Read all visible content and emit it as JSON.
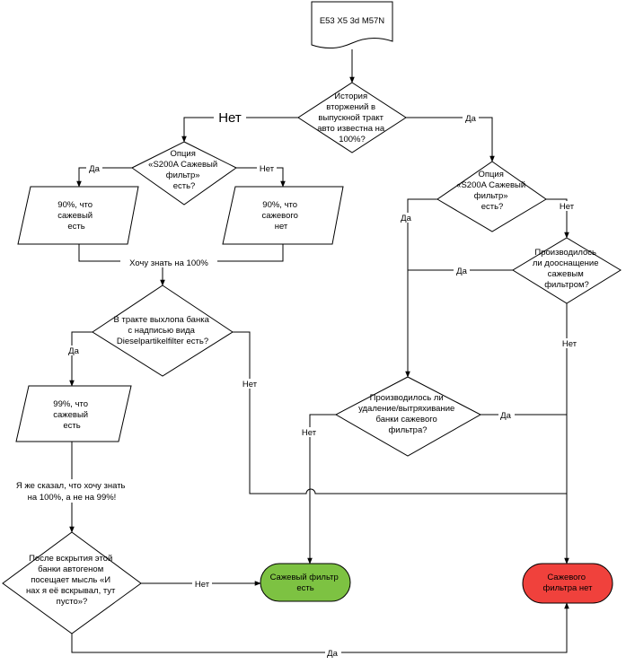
{
  "start_doc": "E53 X5 3d M57N",
  "decisions": {
    "history": [
      "История",
      "вторжений в",
      "выпускной тракт",
      "авто известна на",
      "100%?"
    ],
    "option_left": [
      "Опция",
      "«S200A Сажевый",
      "фильтр»",
      "есть?"
    ],
    "option_right": [
      "Опция",
      "«S200A Сажевый",
      "фильтр»",
      "есть?"
    ],
    "retrofit": [
      "Производилось",
      "ли дооснащение",
      "сажевым",
      "фильтром?"
    ],
    "exhaust_can": [
      "В тракте выхлопа банка",
      "с надписью вида",
      "Dieselpartikelfilter есть?"
    ],
    "removal": [
      "Производилось ли",
      "удаление/вытряхивание",
      "банки сажевого",
      "фильтра?"
    ],
    "autogen": [
      "После вскрытия этой",
      "банки автогеном",
      "посещает мысль «И",
      "нах я её вскрывал, тут",
      "пусто»?"
    ]
  },
  "io": {
    "p90_yes": [
      "90%, что",
      "сажевый",
      "есть"
    ],
    "p90_no": [
      "90%, что",
      "сажевого",
      "нет"
    ],
    "p99_yes": [
      "99%, что",
      "сажевый",
      "есть"
    ]
  },
  "notes": {
    "want_100": "Хочу знать на 100%",
    "want_100_not_99": [
      "Я же сказал, что хочу знать",
      "на 100%, а не на 99%!"
    ]
  },
  "terminals": {
    "has_filter": [
      "Сажевый фильтр",
      "есть"
    ],
    "no_filter": [
      "Сажевого",
      "фильтра нет"
    ]
  },
  "edge_labels": {
    "no_big": "Нет",
    "yes": "Да",
    "no": "Нет"
  },
  "colors": {
    "terminal_green": "#7dc242",
    "terminal_red": "#f0413c",
    "line": "#000000"
  }
}
